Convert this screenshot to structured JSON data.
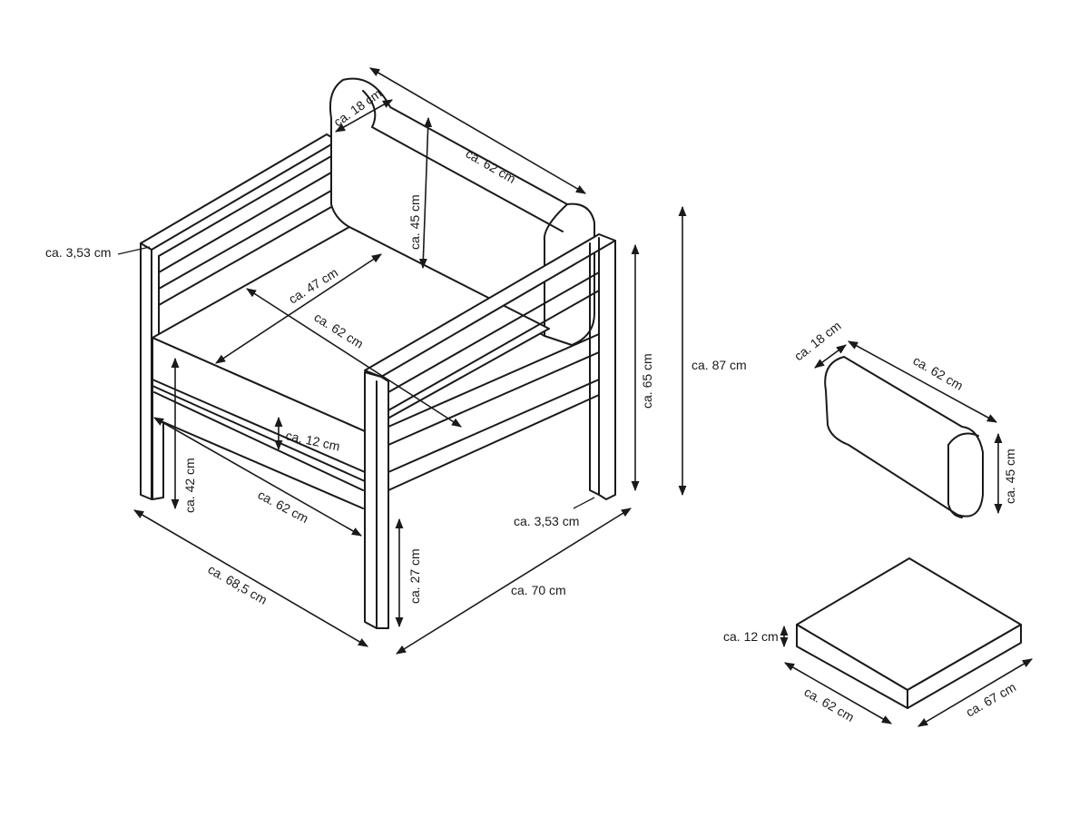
{
  "chair": {
    "bolster_depth": "ca. 18 cm",
    "bolster_length": "ca. 62 cm",
    "bolster_height": "ca. 45 cm",
    "arm_thickness_left": "ca. 3,53 cm",
    "seat_depth": "ca. 47 cm",
    "seat_width": "ca. 62 cm",
    "cushion_thickness": "ca. 12 cm",
    "seat_height": "ca. 42 cm",
    "front_width": "ca. 62 cm",
    "overall_depth": "ca. 68,5 cm",
    "ground_clearance": "ca. 27 cm",
    "overall_width": "ca. 70 cm",
    "arm_thickness_right": "ca. 3,53 cm",
    "arm_height": "ca. 65 cm",
    "overall_height": "ca. 87 cm"
  },
  "bolster": {
    "depth": "ca. 18 cm",
    "length": "ca. 62 cm",
    "height": "ca. 45 cm"
  },
  "seat_cushion": {
    "thickness": "ca. 12 cm",
    "width": "ca. 62 cm",
    "depth": "ca. 67 cm"
  }
}
